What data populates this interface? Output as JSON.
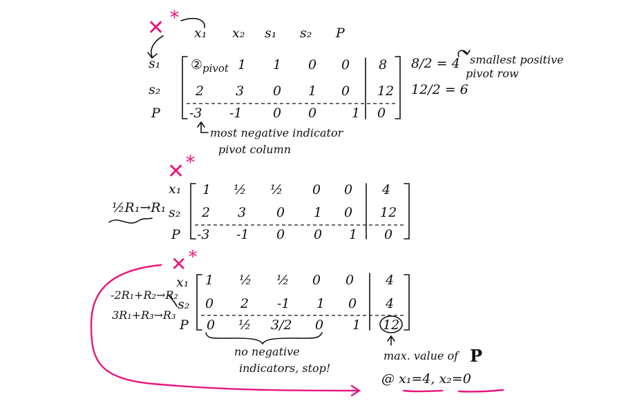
{
  "tableau1": {
    "col_headers": [
      "x₁",
      "x₂",
      "s₁",
      "s₂",
      "P"
    ],
    "row_labels": [
      "s₁",
      "s₂",
      "P"
    ],
    "rows": [
      [
        "②",
        "1",
        "1",
        "0",
        "0",
        "8"
      ],
      [
        "2",
        "3",
        "0",
        "1",
        "0",
        "12"
      ],
      [
        "-3",
        "-1",
        "0",
        "0",
        "1",
        "0"
      ]
    ],
    "pivot_label": "pivot",
    "ratios": [
      "8/2 = 4",
      "12/2 = 6"
    ],
    "ratio_note_1": "smallest positive",
    "ratio_note_2": "pivot row",
    "col_note_1": "most negative indicator",
    "col_note_2": "pivot column"
  },
  "tableau2": {
    "row_labels": [
      "x₁",
      "s₂",
      "P"
    ],
    "rows": [
      [
        "1",
        "½",
        "½",
        "0",
        "0",
        "4"
      ],
      [
        "2",
        "3",
        "0",
        "1",
        "0",
        "12"
      ],
      [
        "-3",
        "-1",
        "0",
        "0",
        "1",
        "0"
      ]
    ],
    "operation": "½R₁→R₁"
  },
  "tableau3": {
    "row_labels": [
      "x₁",
      "s₂",
      "P"
    ],
    "rows": [
      [
        "1",
        "½",
        "½",
        "0",
        "0",
        "4"
      ],
      [
        "0",
        "2",
        "-1",
        "1",
        "0",
        "4"
      ],
      [
        "0",
        "½",
        "3/2",
        "0",
        "1",
        "12"
      ]
    ],
    "operation_1": "-2R₁+R₂→R₂",
    "operation_2": "3R₁+R₃→R₃",
    "stop_note_1": "no negative",
    "stop_note_2": "indicators, stop!",
    "max_note": "max. value of",
    "max_var": "P",
    "solution": "@ x₁=4, x₂=0"
  },
  "marks": {
    "cross": "✕",
    "star": "*"
  },
  "colors": {
    "ink": "#111111",
    "accent": "#e8157a"
  }
}
